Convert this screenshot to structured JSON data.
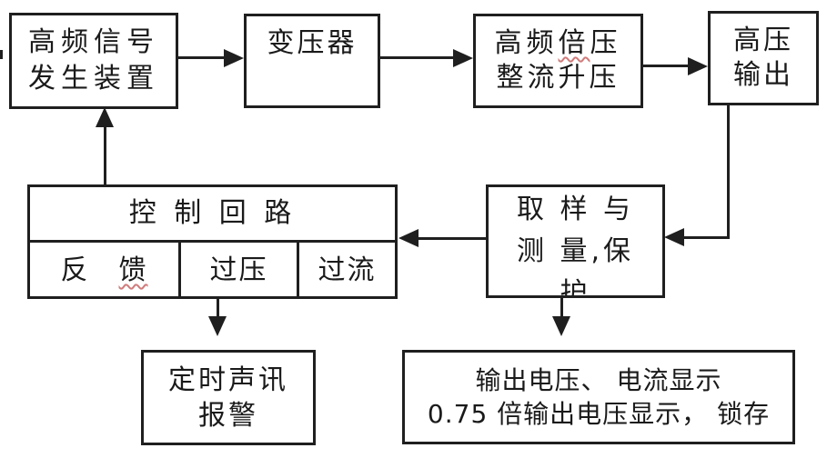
{
  "diagram": {
    "boxes": {
      "signal": {
        "line1": "高频信号",
        "line2": "发生装置"
      },
      "transformer": {
        "label": "变压器"
      },
      "doubler": {
        "line1_pre": "高频",
        "line1_wavy": "倍",
        "line1_post": "压",
        "line2": "整流升压"
      },
      "hv_output": {
        "line1": "高压",
        "line2": "输出"
      },
      "control": {
        "header": "控 制 回 路",
        "feedback_pre": "反",
        "feedback_wavy": "馈",
        "overvoltage": "过压",
        "overcurrent": "过流"
      },
      "sampling": {
        "line1": "取 样 与",
        "line2": "测 量,保",
        "line3": "护"
      },
      "alarm": {
        "line1": "定时声讯",
        "line2": "报警"
      },
      "display": {
        "line1": "输出电压、 电流显示",
        "line2": "0.75 倍输出电压显示， 锁存"
      }
    },
    "colors": {
      "line": "#1f1f1f",
      "squiggle": "#cf7b7b",
      "background": "#ffffff"
    }
  }
}
